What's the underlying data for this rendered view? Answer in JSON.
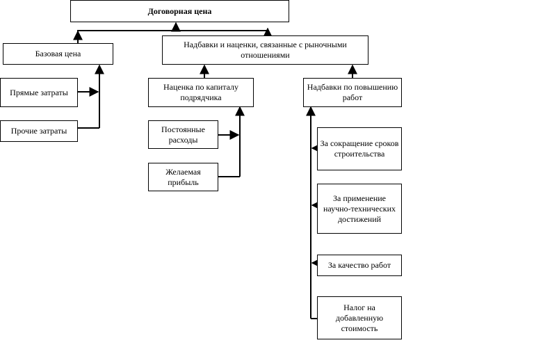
{
  "colors": {
    "line": "#000000",
    "box_border": "#000000",
    "background": "#ffffff"
  },
  "nodes": {
    "contract_price": "Договорная цена",
    "base_price": "Базовая цена",
    "market_markups": "Надбавки и наценки, связанные с рыночными отношениями",
    "direct_costs": "Прямые затраты",
    "other_costs": "Прочие затраты",
    "contractor_capital_markup": "Наценка по капиталу подрядчика",
    "quality_improvement_markups": "Надбавки по повышению работ",
    "fixed_expenses": "Постоянные расходы",
    "desired_profit": "Желаемая прибыль",
    "construction_time_reduction": "За сокращение сроков строительства",
    "scientific_technical_achievements": "За применение научно-технических достижений",
    "work_quality": "За качество работ",
    "value_added_tax": "Налог на добавленную стоимость"
  }
}
